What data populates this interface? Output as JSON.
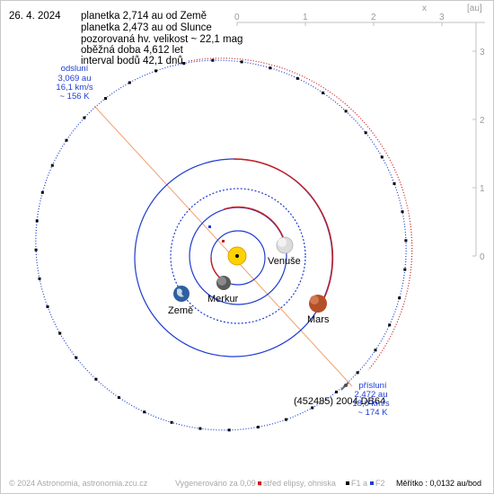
{
  "date": "26. 4. 2024",
  "info": {
    "line1": "planetka 2,714 au od Země",
    "line2": "planetka 2,473 au od Slunce",
    "line3": "pozorovaná hv. velikost ~ 22,1 mag",
    "line4": "oběžná doba 4,612 let",
    "line5": "interval bodů 42,1 dnů"
  },
  "axes": {
    "x_label": "x",
    "unit_label": "[au]",
    "x_ticks": [
      "0",
      "1",
      "2",
      "3"
    ],
    "y_ticks": [
      "3",
      "2",
      "1",
      "0"
    ]
  },
  "planets": [
    {
      "name": "Merkur",
      "color": "#5a5a5a"
    },
    {
      "name": "Venuše",
      "color": "#dcdcdc"
    },
    {
      "name": "Země",
      "color": "#2f5f9f"
    },
    {
      "name": "Mars",
      "color": "#b45028"
    }
  ],
  "aphelion": {
    "title": "odsluní",
    "dist": "3,069 au",
    "speed": "16,1 km/s",
    "temp": "~ 156 K"
  },
  "perihelion": {
    "title": "přísluní",
    "dist": "2,472 au",
    "speed": "18,0 km/s",
    "temp": "~ 174 K"
  },
  "object_name": "(452485) 2004 DB64",
  "footer": {
    "copyright": "© 2024 Astronomia, astronomia.zcu.cz",
    "generated": "Vygenerováno za 0,09 s",
    "center": "střed elipsy, ohniska",
    "f1": "F1 a",
    "f2": "F2",
    "scale": "Měřítko : 0,0132 au/bod"
  },
  "colors": {
    "orbit_blue": "#1e3cd2",
    "orbit_red": "#c81e1e",
    "apsis_line": "#f0a070",
    "sun": "#ffd200"
  }
}
